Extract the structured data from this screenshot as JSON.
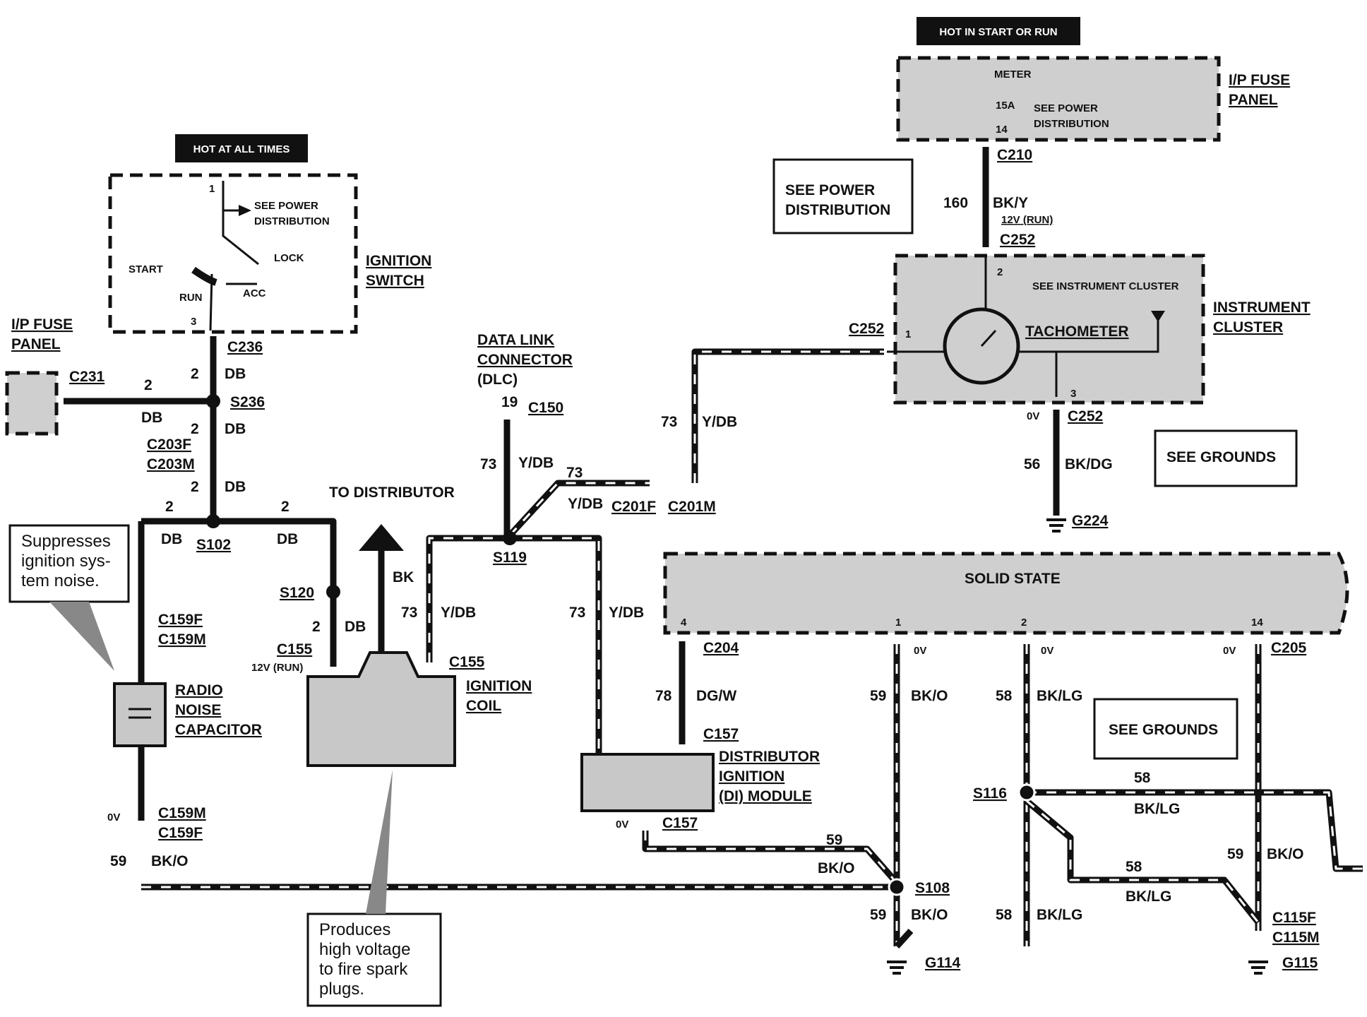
{
  "labels": {
    "hot_all_times": "HOT AT ALL TIMES",
    "hot_start_run": "HOT IN START OR RUN",
    "ign_switch_1": "IGNITION",
    "ign_switch_2": "SWITCH",
    "see_power_1": "SEE POWER",
    "see_power_2": "DISTRIBUTION",
    "lock": "LOCK",
    "start": "START",
    "run": "RUN",
    "acc": "ACC",
    "pin_1": "1",
    "pin_3": "3",
    "ip_fuse_1": "I/P FUSE",
    "ip_fuse_2": "PANEL",
    "meter": "METER",
    "fuse_15a": "15A",
    "pin_14": "14",
    "see_power_box_1": "SEE POWER",
    "see_power_box_2": "DISTRIBUTION",
    "c210": "C210",
    "w160": "160",
    "bky": "BK/Y",
    "v12run": "12V (RUN)",
    "c252": "C252",
    "pin_2": "2",
    "see_inst": "SEE INSTRUMENT CLUSTER",
    "tach": "TACHOMETER",
    "inst_1": "INSTRUMENT",
    "inst_2": "CLUSTER",
    "ov": "0V",
    "w56": "56",
    "bkdg": "BK/DG",
    "g224": "G224",
    "see_grounds": "SEE GROUNDS",
    "c231": "C231",
    "c236": "C236",
    "db": "DB",
    "w2": "2",
    "s236": "S236",
    "c203f": "C203F",
    "c203m": "C203M",
    "s102": "S102",
    "s120": "S120",
    "c155": "C155",
    "to_dist": "TO DISTRIBUTOR",
    "bk": "BK",
    "dlc_1": "DATA LINK",
    "dlc_2": "CONNECTOR",
    "dlc_3": "(DLC)",
    "w19": "19",
    "c150": "C150",
    "w73": "73",
    "ydb": "Y/DB",
    "c201f": "C201F",
    "c201m": "C201M",
    "s119": "S119",
    "ign_coil_1": "IGNITION",
    "ign_coil_2": "COIL",
    "solid_state": "SOLID STATE",
    "pin_4": "4",
    "c204": "C204",
    "c205": "C205",
    "w78": "78",
    "dgw": "DG/W",
    "c157": "C157",
    "di_1": "DISTRIBUTOR",
    "di_2": "IGNITION",
    "di_3": "(DI) MODULE",
    "w59": "59",
    "bko": "BK/O",
    "w58": "58",
    "bklg": "BK/LG",
    "s116": "S116",
    "s108": "S108",
    "g114": "G114",
    "g115": "G115",
    "c115f": "C115F",
    "c115m": "C115M",
    "c159f": "C159F",
    "c159m": "C159M",
    "radio_1": "RADIO",
    "radio_2": "NOISE",
    "radio_3": "CAPACITOR",
    "note1_1": "Suppresses",
    "note1_2": "ignition sys-",
    "note1_3": "tem noise.",
    "note2_1": "Produces",
    "note2_2": "high voltage",
    "note2_3": "to fire spark",
    "note2_4": "plugs."
  }
}
